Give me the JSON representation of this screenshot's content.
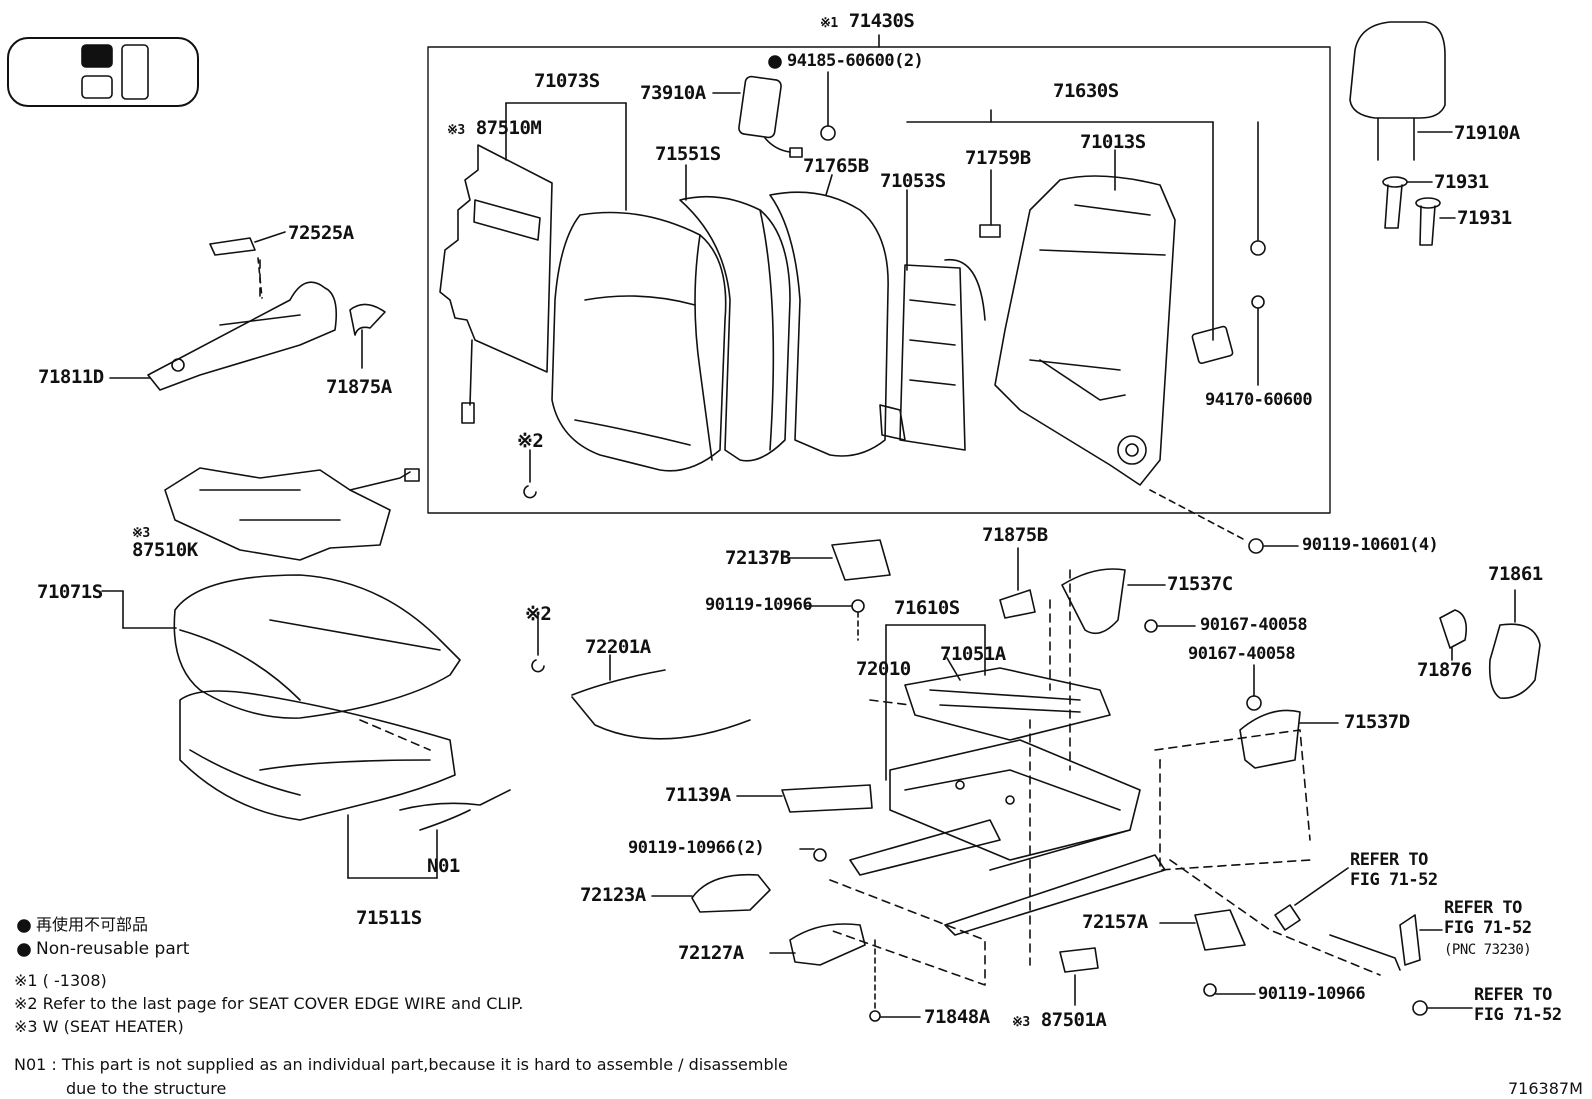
{
  "labels": {
    "p71430S": "71430S",
    "p71430S_mark": "※1",
    "p94185": "94185-60600(2)",
    "p71073S": "71073S",
    "p73910A": "73910A",
    "p87510M": "87510M",
    "p87510M_mark": "※3",
    "p71551S": "71551S",
    "p71765B": "71765B",
    "p71630S": "71630S",
    "p71013S": "71013S",
    "p71759B": "71759B",
    "p71053S": "71053S",
    "p94170": "94170-60600",
    "p72525A": "72525A",
    "p71811D": "71811D",
    "p71875A": "71875A",
    "p71910A": "71910A",
    "p71931a": "71931",
    "p71931b": "71931",
    "mark2a": "※2",
    "p87510K": "87510K",
    "p87510K_mark": "※3",
    "p71071S": "71071S",
    "p90119_10601": "90119-10601(4)",
    "p72137B": "72137B",
    "p71875B": "71875B",
    "p71537C": "71537C",
    "p90119_10966a": "90119-10966",
    "p71610S": "71610S",
    "p90167a": "90167-40058",
    "p90167b": "90167-40058",
    "p71861": "71861",
    "mark2b": "※2",
    "p72201A": "72201A",
    "p72010": "72010",
    "p71051A": "71051A",
    "p71876": "71876",
    "p71537D": "71537D",
    "p71139A": "71139A",
    "p90119_10966_2": "90119-10966(2)",
    "p72123A": "72123A",
    "p72127A": "72127A",
    "p72157A": "72157A",
    "pN01": "N01",
    "p71511S": "71511S",
    "p90119_10966b": "90119-10966",
    "p71848A": "71848A",
    "p87501A": "87501A",
    "p87501A_mark": "※3",
    "ref1a": "REFER TO",
    "ref1b": "FIG 71-52",
    "ref2a": "REFER TO",
    "ref2b": "FIG 71-52",
    "ref2c": "(PNC 73230)",
    "ref3a": "REFER TO",
    "ref3b": "FIG 71-52",
    "fig_number": "716387M"
  },
  "legend": {
    "non_reusable_jp": "再使用不可部品",
    "non_reusable_en": "Non-reusable part",
    "note1": "※1 (      -1308)",
    "note2": "※2 Refer to the last page for SEAT COVER EDGE WIRE and CLIP.",
    "note3": "※3 W (SEAT HEATER)",
    "n01_line1": "N01 : This part is not supplied as an individual part,because it is hard to assemble / disassemble",
    "n01_line2": "due to the structure"
  }
}
